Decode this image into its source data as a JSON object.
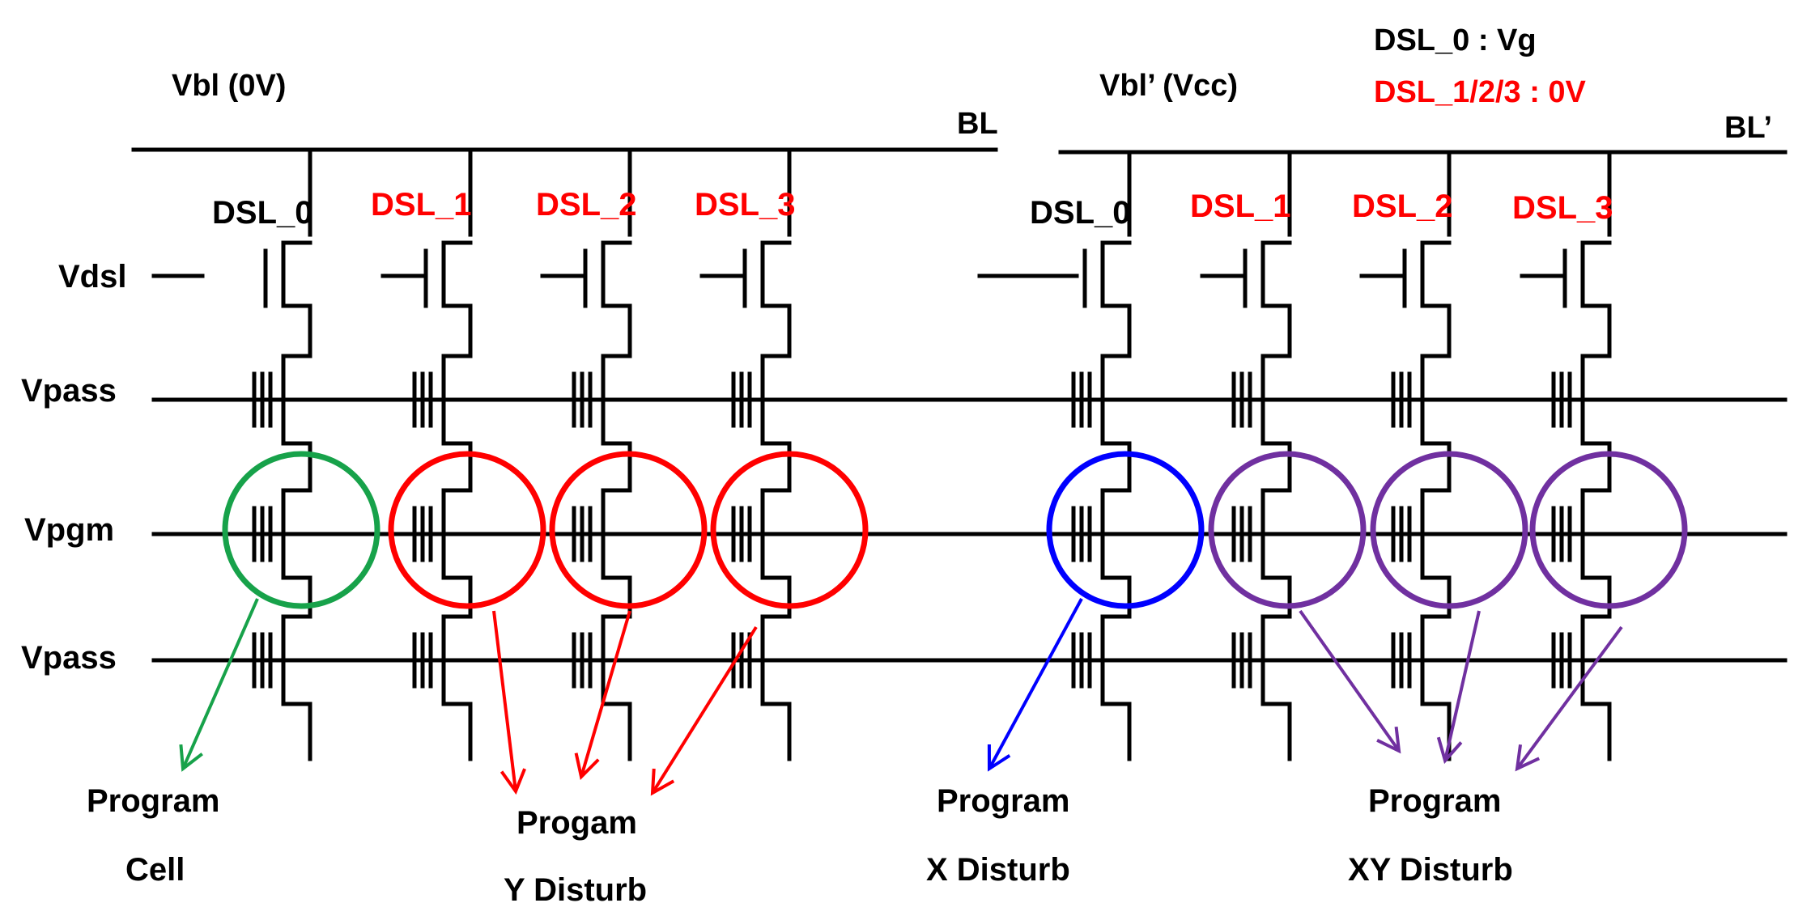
{
  "diagram": {
    "left_bitline_voltage": "Vbl (0V)",
    "right_bitline_voltage": "Vbl’ (Vcc)",
    "left_bitline_label": "BL",
    "right_bitline_label": "BL’",
    "legend": {
      "line1": "DSL_0 : Vg",
      "line2": "DSL_1/2/3 : 0V"
    },
    "word_lines": [
      "Vdsl",
      "Vpass",
      "Vpgm",
      "Vpass"
    ],
    "left_strings": [
      "DSL_0",
      "DSL_1",
      "DSL_2",
      "DSL_3"
    ],
    "right_strings": [
      "DSL_0",
      "DSL_1",
      "DSL_2",
      "DSL_3"
    ],
    "outcomes": {
      "program_cell": {
        "line1": "Program",
        "line2": "Cell"
      },
      "y_disturb": {
        "line1": "Progam",
        "line2": "Y Disturb"
      },
      "x_disturb": {
        "line1": "Program",
        "line2": "X Disturb"
      },
      "xy_disturb": {
        "line1": "Program",
        "line2": "XY Disturb"
      }
    },
    "colors": {
      "wire": "#000000",
      "selected": "#ff0000",
      "program_cell": "#17a24a",
      "y_disturb": "#ff0000",
      "x_disturb": "#0000ff",
      "xy_disturb": "#7030a0"
    }
  }
}
